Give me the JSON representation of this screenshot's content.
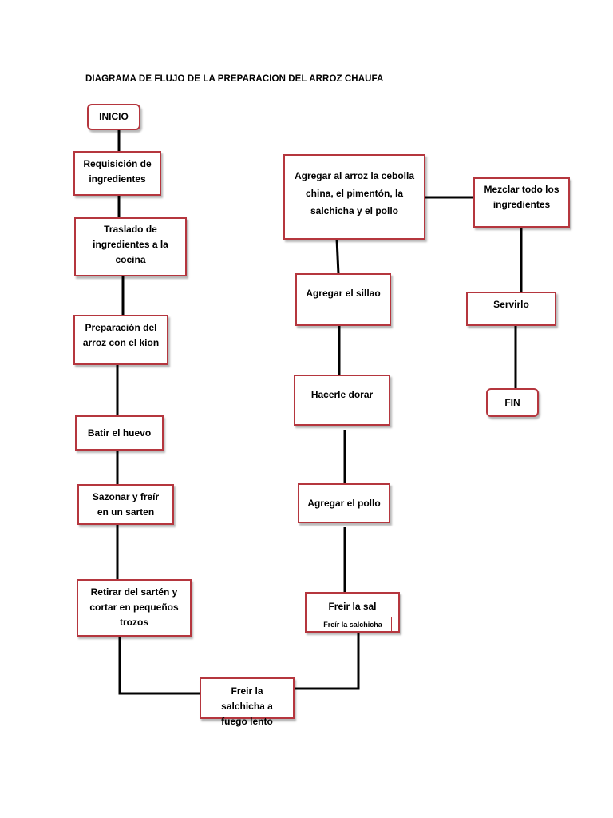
{
  "title": "DIAGRAMA DE FLUJO DE LA PREPARACION DEL ARROZ CHAUFA",
  "colors": {
    "box_border": "#b5363e",
    "line": "#000000"
  },
  "nodes": {
    "inicio": "INICIO",
    "requisicion": "Requisición de ingredientes",
    "traslado": "Traslado de ingredientes a la cocina",
    "preparacion": "Preparación del arroz con el kion",
    "batir": "Batir el huevo",
    "sazonar": "Sazonar y freír en un sarten",
    "retirar": "Retirar del sartén y cortar en pequeños trozos",
    "freir_salchicha_lento": "Freir la salchicha a fuego lento",
    "freir_sal": "Freir la sal",
    "freir_salchicha_small": "Freír la salchicha",
    "agregar_pollo": "Agregar el pollo",
    "hacerle_dorar": "Hacerle dorar",
    "agregar_sillao": "Agregar el sillao",
    "agregar_arroz": "Agregar al arroz la cebolla china, el pimentón, la salchicha y el pollo",
    "mezclar": "Mezclar todo los ingredientes",
    "servirlo": "Servirlo",
    "fin": "FIN"
  }
}
